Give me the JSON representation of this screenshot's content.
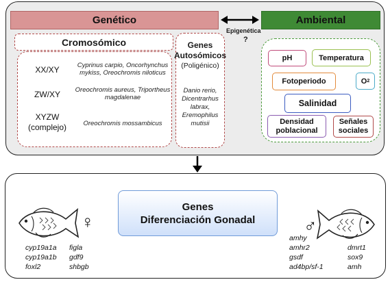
{
  "top": {
    "genetico": "Genético",
    "ambiental": "Ambiental",
    "epigenetica": "Epigenética",
    "question": "?"
  },
  "cromosomico": {
    "title": "Cromosómico",
    "rows": [
      {
        "system": "XX/XY",
        "species": "Cyprinus carpio, Oncorhynchus mykiss, Oreochromis niloticus"
      },
      {
        "system": "ZW/XY",
        "species": "Oreochromis aureus, Triportheus magdalenae"
      },
      {
        "system": "XYZW",
        "system_note": "(complejo)",
        "species": "Oreochromis mossambicus"
      }
    ]
  },
  "autosomicos": {
    "title_line1": "Genes",
    "title_line2": "Autosómicos",
    "subtitle": "(Poligénico)",
    "species": [
      "Danio rerio,",
      "Dicentrarhus",
      "labrax,",
      "Eremophilus",
      "mutisii"
    ]
  },
  "ambiental_factors": {
    "ph": "pH",
    "temperatura": "Temperatura",
    "fotoperiodo": "Fotoperiodo",
    "o2": "O",
    "o2_sub": "2",
    "salinidad": "Salinidad",
    "densidad_line1": "Densidad",
    "densidad_line2": "poblacional",
    "senales_line1": "Señales",
    "senales_line2": "sociales"
  },
  "bottom": {
    "title_line1": "Genes",
    "title_line2": "Diferenciación Gonadal",
    "female_symbol": "♀",
    "male_symbol": "♂",
    "female_genes_col1": [
      "cyp19a1a",
      "cyp19a1b",
      "foxl2"
    ],
    "female_genes_col2": [
      "figla",
      "gdf9",
      "shbgb"
    ],
    "male_genes_col1": [
      "amhy",
      "amhr2",
      "gsdf",
      "ad4bp/sf-1"
    ],
    "male_genes_col2": [
      "dmrt1",
      "sox9",
      "amh"
    ]
  },
  "colors": {
    "genetico": "#d99595",
    "ambiental": "#3f8a35",
    "cromosomico_border": "#b04848",
    "env_border": "#4a9a3a",
    "genes_box": "#cfe0fa"
  }
}
